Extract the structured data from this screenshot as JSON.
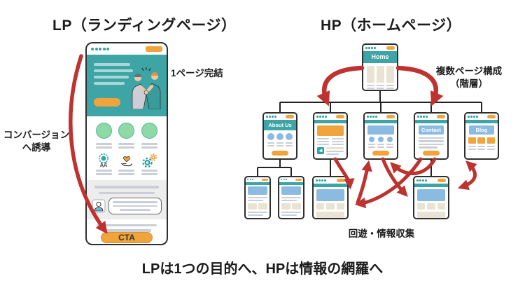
{
  "titles": {
    "lp": "LP（ランディングページ）",
    "hp": "HP（ホームページ）"
  },
  "labels": {
    "one_page": "1ページ完結",
    "conversion_line1": "コンバージョン",
    "conversion_line2": "へ誘導",
    "multi_page_line1": "複数ページ構成",
    "multi_page_line2": "（階層）",
    "browse": "回遊・情報収集",
    "bottom": "LPは1つの目的へ、HPは情報の網羅へ"
  },
  "lp": {
    "cta": "CTA"
  },
  "hp": {
    "pages": {
      "home": "Home",
      "about": "About Us",
      "contact": "Contact",
      "blog": "Blog"
    }
  },
  "colors": {
    "teal": "#3DA5A5",
    "orange": "#F2A43C",
    "blue": "#8CBBE2",
    "beige": "#EAE3D3",
    "green": "#8ED9A4",
    "red": "#BE3330",
    "gray_line": "#C9CED7"
  }
}
